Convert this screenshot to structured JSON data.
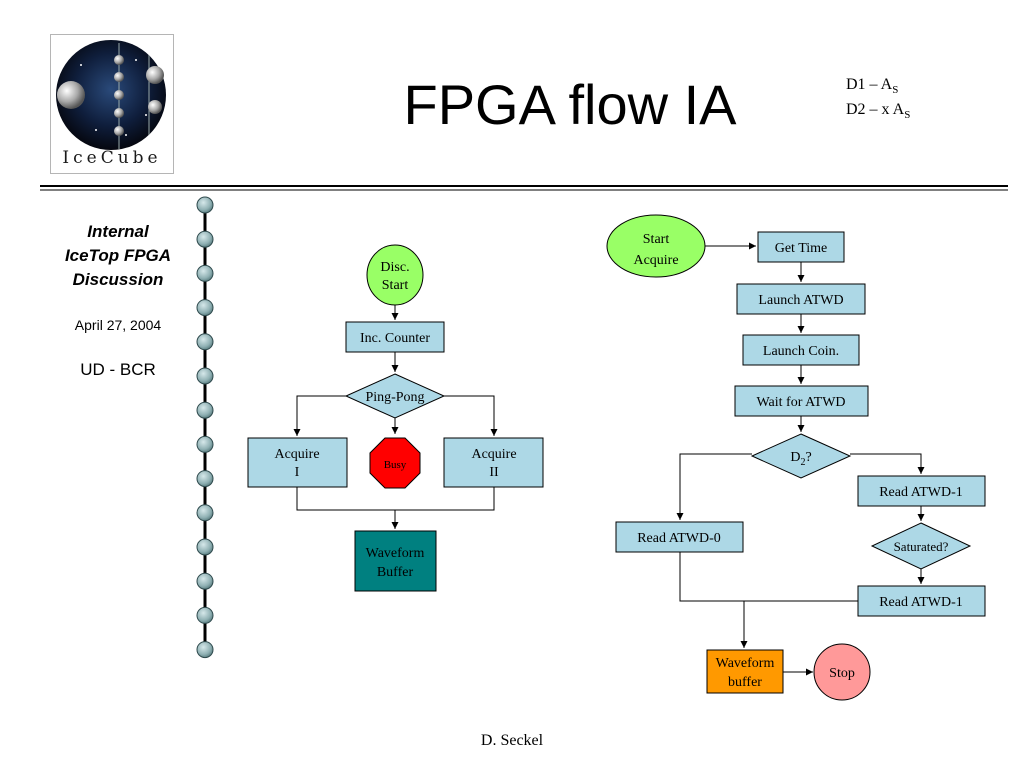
{
  "header": {
    "title": "FPGA flow IA",
    "logo_text": "IceCube",
    "legend": {
      "line1": {
        "a": "D1 – A",
        "sub": "S"
      },
      "line2": {
        "a": "D2 – x A",
        "sub": "S"
      }
    }
  },
  "sidebar": {
    "title_lines": [
      "Internal",
      "IceTop FPGA",
      "Discussion"
    ],
    "date": "April 27, 2004",
    "affiliation": "UD - BCR"
  },
  "left_flow": {
    "disc_start": [
      "Disc.",
      "Start"
    ],
    "inc_counter": "Inc. Counter",
    "ping_pong": "Ping-Pong",
    "acquire_1": [
      "Acquire",
      "I"
    ],
    "busy": "Busy",
    "acquire_2": [
      "Acquire",
      "II"
    ],
    "waveform_buffer": [
      "Waveform",
      "Buffer"
    ]
  },
  "right_flow": {
    "start_acquire": [
      "Start",
      "Acquire"
    ],
    "get_time": "Get Time",
    "launch_atwd": "Launch ATWD",
    "launch_coin": "Launch Coin.",
    "wait_atwd": "Wait for ATWD",
    "d2_decision": {
      "a": "D",
      "sub": "2",
      "b": "?"
    },
    "read_atwd1_a": "Read ATWD-1",
    "read_atwd0": "Read ATWD-0",
    "saturated": "Saturated?",
    "read_atwd1_b": "Read ATWD-1",
    "waveform_buffer": [
      "Waveform",
      "buffer"
    ],
    "stop": "Stop"
  },
  "footer": {
    "author": "D. Seckel"
  },
  "colors": {
    "box_fill": "#add8e6",
    "green_fill": "#99ff66",
    "teal_fill": "#008080",
    "busy_fill": "#ff0000",
    "orange_fill": "#ff9900",
    "stop_fill": "#ff9999",
    "bead_fill": "#8fb0b3"
  }
}
